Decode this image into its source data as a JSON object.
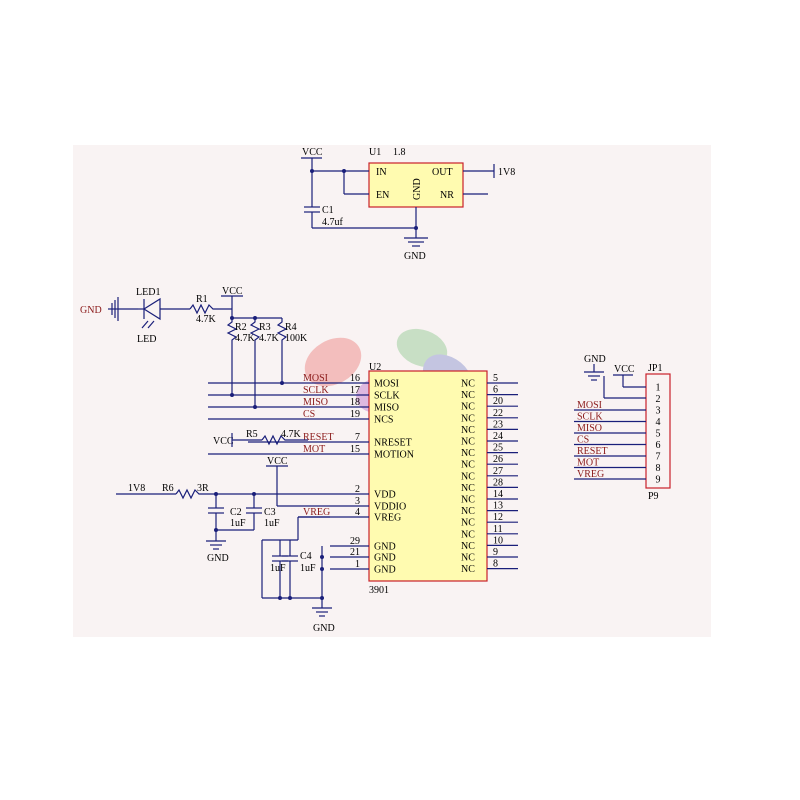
{
  "colors": {
    "background": "#f9f3f3",
    "wire": "#1a1f7a",
    "component_outline": "#c9202a",
    "ic_fill": "#fffbb0",
    "net_label": "#8b1a1a",
    "text": "#000000"
  },
  "regulator": {
    "ref": "U1",
    "value": "1.8",
    "pins": {
      "in": "IN",
      "en": "EN",
      "gnd": "GND",
      "out": "OUT",
      "nr": "NR"
    },
    "vcc": "VCC",
    "out_net": "1V8",
    "gnd": "GND",
    "cap": {
      "ref": "C1",
      "value": "4.7uf"
    }
  },
  "led_block": {
    "gnd": "GND",
    "led_ref": "LED1",
    "led_label": "LED",
    "r1": {
      "ref": "R1",
      "value": "4.7K"
    },
    "vcc": "VCC",
    "r2": {
      "ref": "R2",
      "value": "4.7K"
    },
    "r3": {
      "ref": "R3",
      "value": "4.7K"
    },
    "r4": {
      "ref": "R4",
      "value": "100K"
    }
  },
  "main_ic": {
    "ref": "U2",
    "part": "3901",
    "left_pins": [
      {
        "name": "MOSI",
        "num": "16",
        "net": "MOSI"
      },
      {
        "name": "SCLK",
        "num": "17",
        "net": "SCLK"
      },
      {
        "name": "MISO",
        "num": "18",
        "net": "MISO"
      },
      {
        "name": "NCS",
        "num": "19",
        "net": "CS"
      },
      {
        "name": "NRESET",
        "num": "7",
        "net": "RESET"
      },
      {
        "name": "MOTION",
        "num": "15",
        "net": "MOT"
      },
      {
        "name": "VDD",
        "num": "2",
        "net": ""
      },
      {
        "name": "VDDIO",
        "num": "3",
        "net": ""
      },
      {
        "name": "VREG",
        "num": "4",
        "net": "VREG"
      },
      {
        "name": "GND",
        "num": "29",
        "net": ""
      },
      {
        "name": "GND",
        "num": "21",
        "net": ""
      },
      {
        "name": "GND",
        "num": "1",
        "net": ""
      }
    ],
    "right_pins": [
      {
        "name": "NC",
        "num": "5"
      },
      {
        "name": "NC",
        "num": "6"
      },
      {
        "name": "NC",
        "num": "20"
      },
      {
        "name": "NC",
        "num": "22"
      },
      {
        "name": "NC",
        "num": "23"
      },
      {
        "name": "NC",
        "num": "24"
      },
      {
        "name": "NC",
        "num": "25"
      },
      {
        "name": "NC",
        "num": "26"
      },
      {
        "name": "NC",
        "num": "27"
      },
      {
        "name": "NC",
        "num": "28"
      },
      {
        "name": "NC",
        "num": "14"
      },
      {
        "name": "NC",
        "num": "13"
      },
      {
        "name": "NC",
        "num": "12"
      },
      {
        "name": "NC",
        "num": "11"
      },
      {
        "name": "NC",
        "num": "10"
      },
      {
        "name": "NC",
        "num": "9"
      },
      {
        "name": "NC",
        "num": "8"
      }
    ]
  },
  "reset_block": {
    "vcc": "VCC",
    "r5": {
      "ref": "R5",
      "value": "4.7K"
    }
  },
  "power_block": {
    "in_net": "1V8",
    "r6": {
      "ref": "R6",
      "value": "3R"
    },
    "vcc": "VCC",
    "c2": {
      "ref": "C2",
      "value": "1uF"
    },
    "c3": {
      "ref": "C3",
      "value": "1uF"
    },
    "c4": {
      "ref": "C4",
      "value": "1uF"
    },
    "c5_value": "1uF",
    "gnd_a": "GND",
    "gnd_b": "GND"
  },
  "header": {
    "gnd": "GND",
    "vcc": "VCC",
    "ref": "JP1",
    "footer": "P9",
    "pins": [
      "1",
      "2",
      "3",
      "4",
      "5",
      "6",
      "7",
      "8",
      "9"
    ],
    "nets": [
      "MOSI",
      "SCLK",
      "MISO",
      "CS",
      "RESET",
      "MOT",
      "VREG"
    ]
  }
}
